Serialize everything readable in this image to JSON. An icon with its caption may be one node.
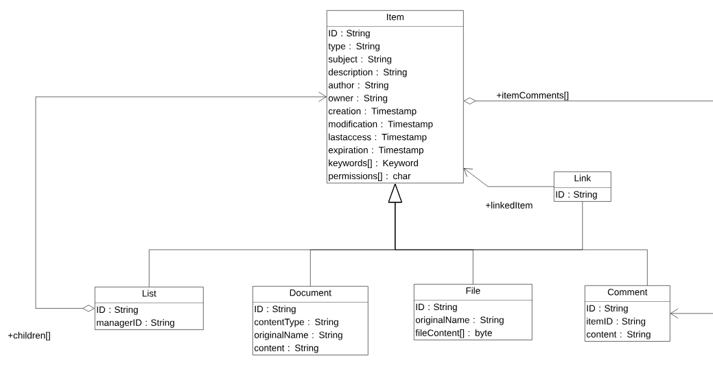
{
  "diagram": {
    "nodes": [
      {
        "text": [
          "Item",
          "ID : String",
          "type : String",
          "subject : String",
          "description : String",
          "author : String",
          "owner : String",
          "creation : Timestamp",
          "modification : Timestamp",
          "lastaccess : Timestamp",
          "expiration : Timestamp",
          "keywords[] : Keyword",
          "permissions[] : char"
        ]
      },
      {
        "text": [
          "Link",
          "ID : String"
        ]
      },
      {
        "text": [
          "List",
          "ID : String",
          "managerID : String"
        ]
      },
      {
        "text": [
          "Document",
          "ID : String",
          "contentType : String",
          "originalName : String",
          "content : String"
        ]
      },
      {
        "text": [
          "File",
          "ID : String",
          "originalName : String",
          "fileContent[] : byte"
        ]
      },
      {
        "text": [
          "Comment",
          "ID : String",
          "itemID : String",
          "content : String"
        ]
      }
    ],
    "edges": [
      {
        "from": 2,
        "to": 0,
        "arrow": "to"
      },
      {
        "from": 3,
        "to": 0,
        "arrow": "to"
      },
      {
        "from": 4,
        "to": 0,
        "arrow": "to"
      },
      {
        "from": 1,
        "to": 0,
        "arrow": "to"
      },
      {
        "from": 5,
        "to": 0,
        "arrow": "to"
      },
      {
        "from": 2,
        "to": 0,
        "arrow": "to",
        "label": "+children[]"
      },
      {
        "from": 1,
        "to": 0,
        "arrow": "to",
        "label": "+linkedItem"
      },
      {
        "from": 0,
        "to": 5,
        "arrow": "to",
        "label": "+itemComments[]"
      }
    ]
  }
}
